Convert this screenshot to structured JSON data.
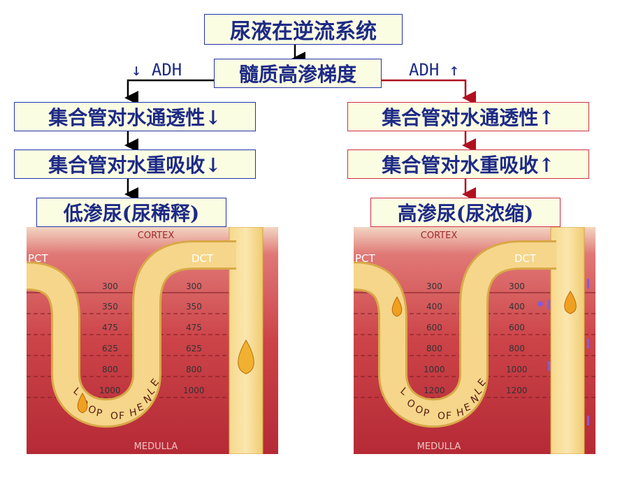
{
  "flow": {
    "top": "尿液在逆流系统",
    "medulla": "髓质高渗梯度",
    "adh_left": "↓ ADH",
    "adh_right": "ADH ↑",
    "left": {
      "permeability": "集合管对水通透性↓",
      "reabsorption": "集合管对水重吸收↓",
      "result": "低渗尿(尿稀释)"
    },
    "right": {
      "permeability": "集合管对水通透性↑",
      "reabsorption": "集合管对水重吸收↑",
      "result": "高渗尿(尿浓缩)"
    }
  },
  "panels": {
    "cortex": "CORTEX",
    "medulla": "MEDULLA",
    "pct": "PCT",
    "dct": "DCT",
    "loop": [
      "L",
      "O",
      "O",
      "P",
      " ",
      "O",
      "F",
      " ",
      "H",
      "E",
      "N",
      "L",
      "E"
    ],
    "left_values_descending": [
      "300",
      "350",
      "475",
      "625",
      "800",
      "1000"
    ],
    "left_values_ascending": [
      "300",
      "350",
      "475",
      "625",
      "800",
      "1000"
    ],
    "right_values_descending": [
      "300",
      "400",
      "600",
      "800",
      "1000",
      "1200"
    ],
    "right_values_ascending": [
      "300",
      "400",
      "600",
      "800",
      "1000",
      "1200"
    ]
  },
  "colors": {
    "box_text": "#1d2a86",
    "box_fill": "#fbfde3",
    "blue_border": "#2233aa",
    "red_border": "#d03040",
    "tissue": "#c8323c",
    "tube": "#f4d27a"
  }
}
